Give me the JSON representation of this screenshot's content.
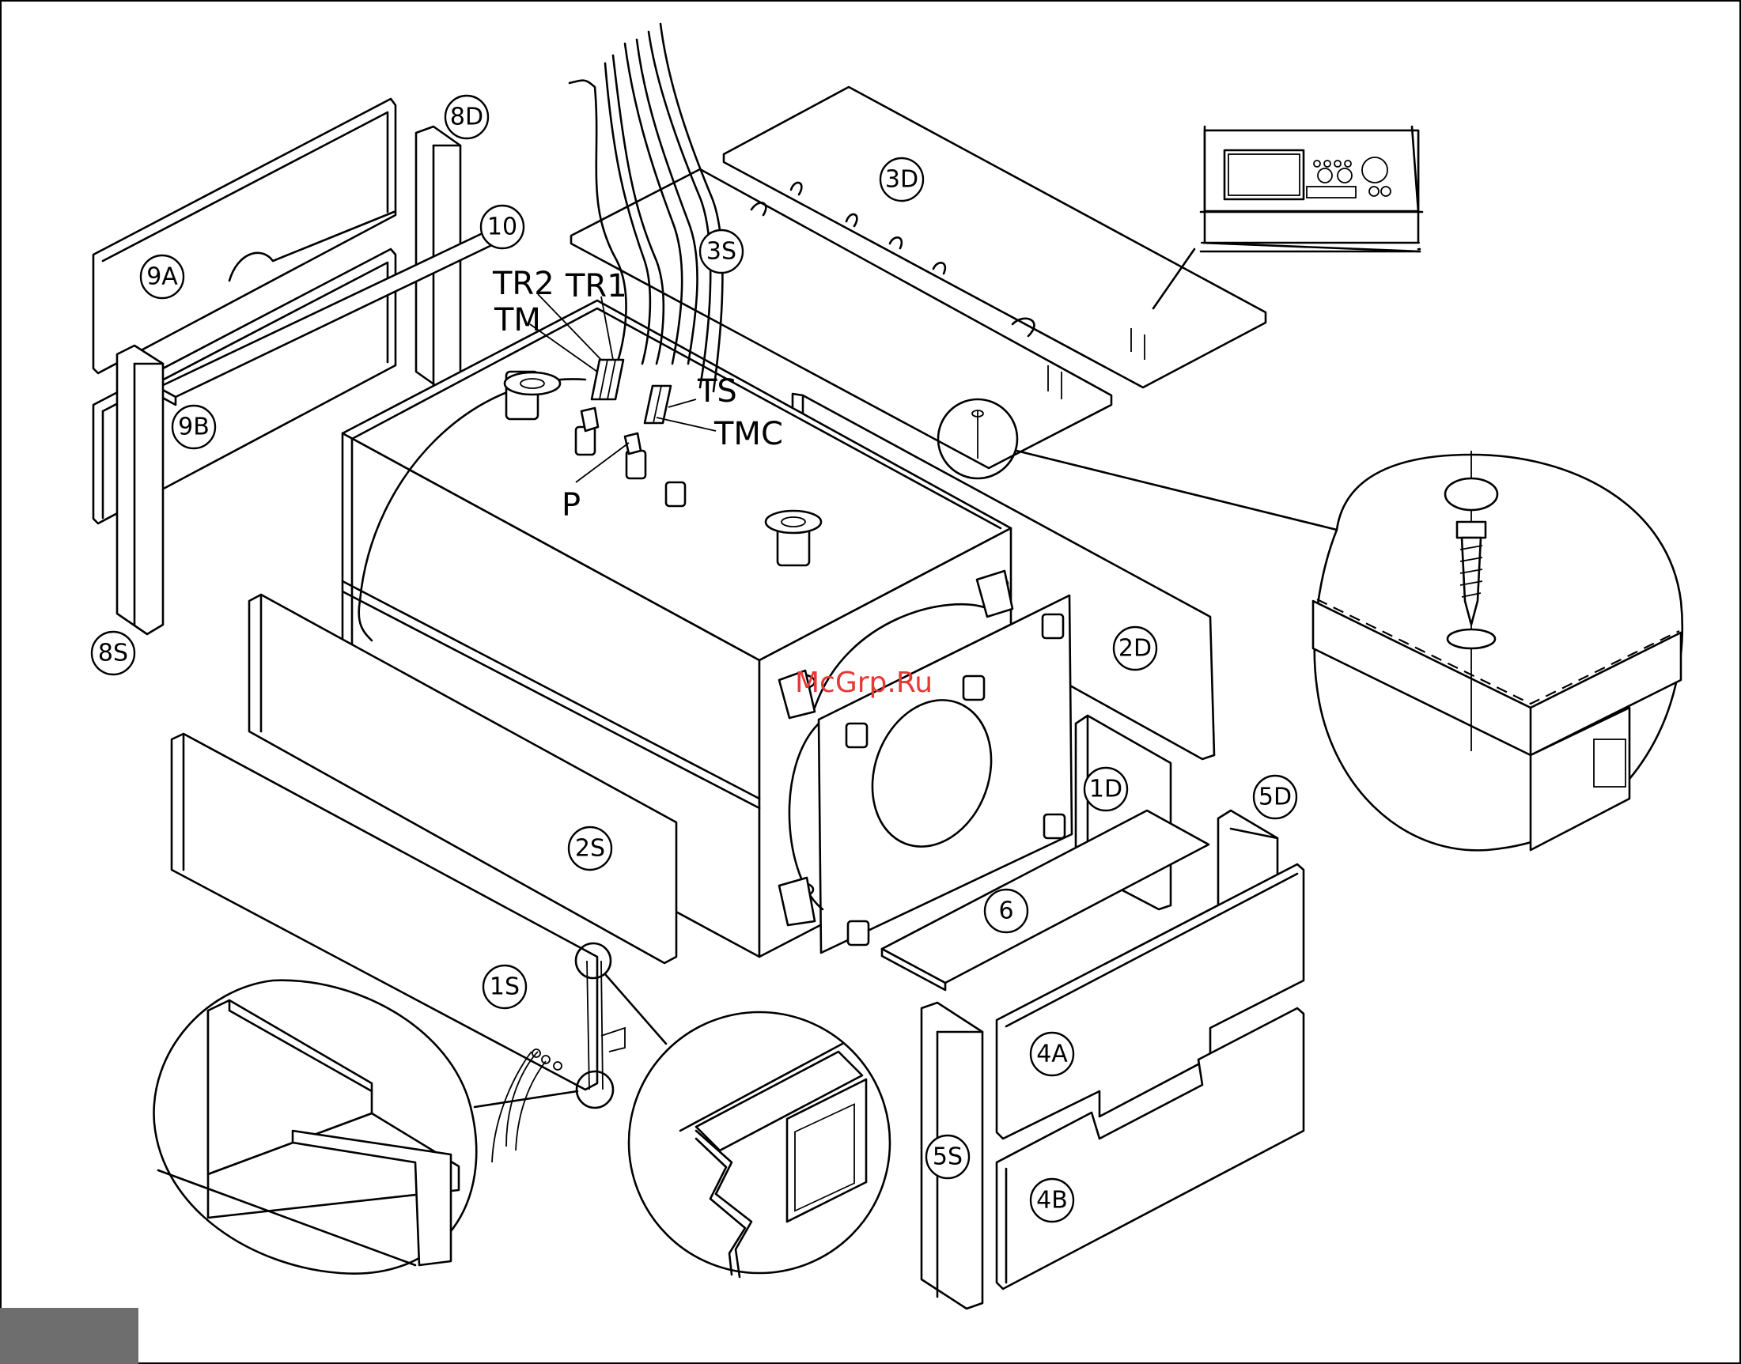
{
  "watermark": "McGrp.Ru",
  "parts": {
    "p9A": "9A",
    "p9B": "9B",
    "p8D": "8D",
    "p8S": "8S",
    "p10": "10",
    "p3D": "3D",
    "p3S": "3S",
    "p2D": "2D",
    "p2S": "2S",
    "p1D": "1D",
    "p1S": "1S",
    "p6": "6",
    "p5D": "5D",
    "p5S": "5S",
    "p4A": "4A",
    "p4B": "4B"
  },
  "connectors": {
    "tr2": "TR2",
    "tr1": "TR1",
    "tm": "TM",
    "ts": "TS",
    "tmc": "TMC",
    "p": "P"
  }
}
